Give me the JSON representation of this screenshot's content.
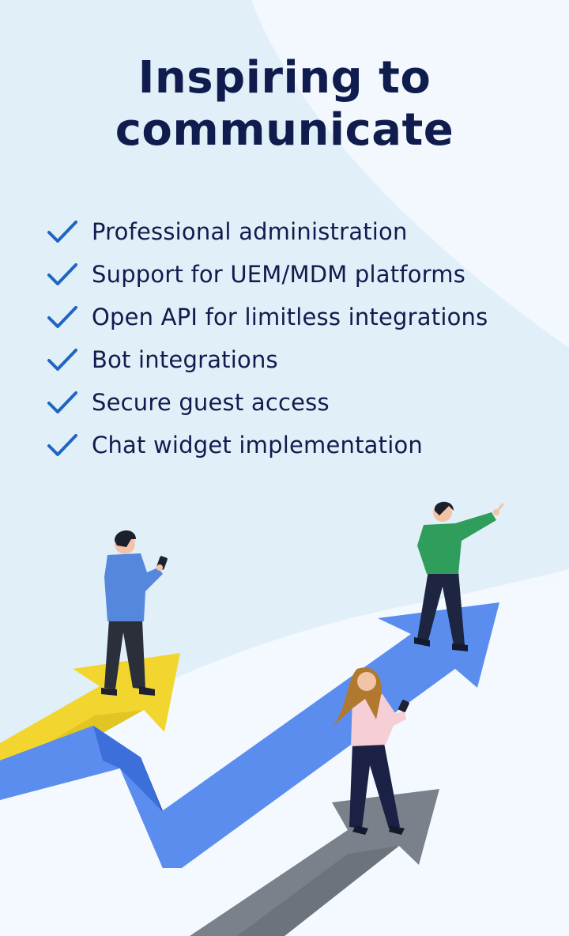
{
  "headline": {
    "line1": "Inspiring to",
    "line2": "communicate"
  },
  "features": [
    {
      "text": "Professional administration",
      "icon": "checkmark-icon"
    },
    {
      "text": "Support for UEM/MDM platforms",
      "icon": "checkmark-icon"
    },
    {
      "text": "Open API for limitless integrations",
      "icon": "checkmark-icon"
    },
    {
      "text": "Bot integrations",
      "icon": "checkmark-icon"
    },
    {
      "text": "Secure guest access",
      "icon": "checkmark-icon"
    },
    {
      "text": "Chat widget implementation",
      "icon": "checkmark-icon"
    }
  ],
  "colors": {
    "headline": "#0f1c4d",
    "check": "#1f66c1",
    "background_light": "#f2f8fd",
    "background_blue": "#e1eff9",
    "arrow_blue": "#5b8def",
    "arrow_yellow": "#f2d52e",
    "arrow_gray": "#7a818b"
  }
}
